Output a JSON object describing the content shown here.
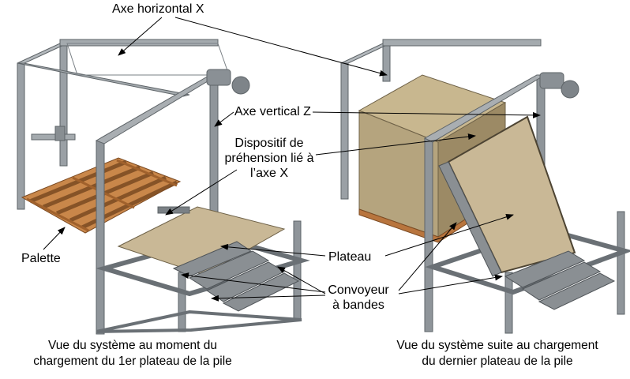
{
  "labels": {
    "axe_horizontal": "Axe horizontal X",
    "axe_vertical": "Axe vertical Z",
    "dispositif_line1": "Dispositif de",
    "dispositif_line2": "préhension lié à",
    "dispositif_line3": "l’axe X",
    "palette": "Palette",
    "plateau": "Plateau",
    "convoyeur_line1": "Convoyeur",
    "convoyeur_line2": "à bandes"
  },
  "captions": {
    "left_line1": "Vue du système au moment du",
    "left_line2": "chargement du 1er plateau de la pile",
    "right_line1": "Vue du système suite au chargement",
    "right_line2": "du dernier plateau de la pile"
  },
  "colors": {
    "frame": "#8f959a",
    "frame_dark": "#5e6468",
    "plateau": "#c9b896",
    "pallet": "#b8753e",
    "pile_front": "#b5a47e",
    "pile_side": "#9c8a65",
    "conveyor": "#8a8f93"
  }
}
